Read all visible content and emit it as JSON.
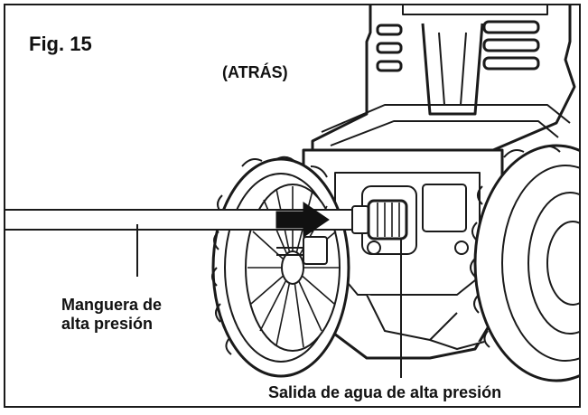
{
  "figure": {
    "label": "Fig. 15",
    "view_label": "(ATRÁS)",
    "callouts": {
      "hose": {
        "line1": "Manguera de",
        "line2": "alta presión"
      },
      "outlet": "Salida de agua de alta presión"
    },
    "colors": {
      "ink": "#111111",
      "background": "#ffffff"
    }
  }
}
